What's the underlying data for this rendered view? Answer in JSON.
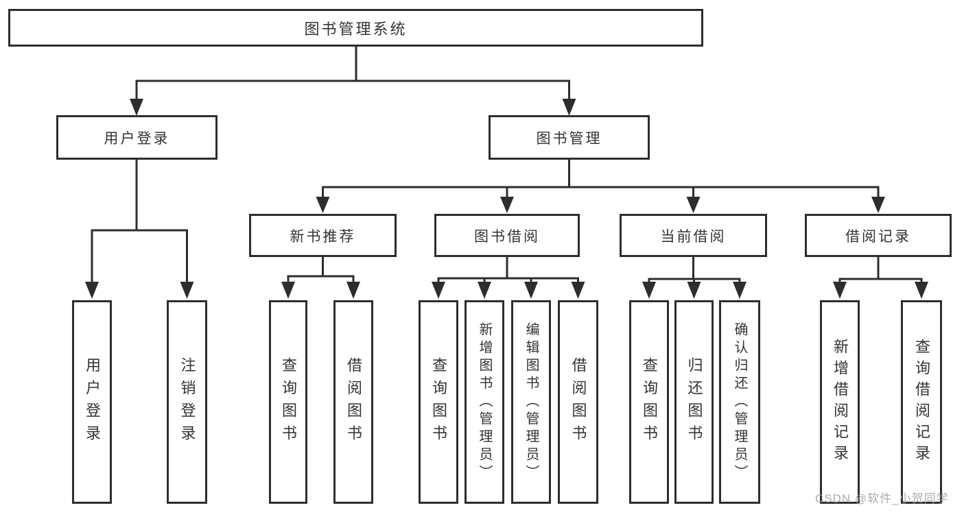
{
  "nodes": {
    "root": {
      "label": "图书管理系统"
    },
    "user_login": {
      "label": "用户登录"
    },
    "book_mgmt": {
      "label": "图书管理"
    },
    "new_books": {
      "label": "新书推荐"
    },
    "book_borrow": {
      "label": "图书借阅"
    },
    "current_borrow": {
      "label": "当前借阅"
    },
    "borrow_records": {
      "label": "借阅记录"
    },
    "leaf_user_login": {
      "label": "用户登录"
    },
    "leaf_logout": {
      "label": "注销登录"
    },
    "leaf_nb_query": {
      "label": "查询图书"
    },
    "leaf_nb_borrow": {
      "label": "借阅图书"
    },
    "leaf_bb_query": {
      "label": "查询图书"
    },
    "leaf_bb_add": {
      "label": "新增图书（管理员）"
    },
    "leaf_bb_edit": {
      "label": "编辑图书（管理员）"
    },
    "leaf_bb_borrow": {
      "label": "借阅图书"
    },
    "leaf_cb_query": {
      "label": "查询图书"
    },
    "leaf_cb_return": {
      "label": "归还图书"
    },
    "leaf_cb_confirm": {
      "label": "确认归还（管理员）"
    },
    "leaf_br_add": {
      "label": "新增借阅记录"
    },
    "leaf_br_query": {
      "label": "查询借阅记录"
    }
  },
  "hierarchy": {
    "图书管理系统": {
      "用户登录": [
        "用户登录",
        "注销登录"
      ],
      "图书管理": {
        "新书推荐": [
          "查询图书",
          "借阅图书"
        ],
        "图书借阅": [
          "查询图书",
          "新增图书（管理员）",
          "编辑图书（管理员）",
          "借阅图书"
        ],
        "当前借阅": [
          "查询图书",
          "归还图书",
          "确认归还（管理员）"
        ],
        "借阅记录": [
          "新增借阅记录",
          "查询借阅记录"
        ]
      }
    }
  },
  "watermark": "CSDN @软件_小贺同学",
  "colors": {
    "line": "#2d2d2d",
    "text": "#333333",
    "background": "#ffffff",
    "watermark": "#9e9e9e"
  }
}
